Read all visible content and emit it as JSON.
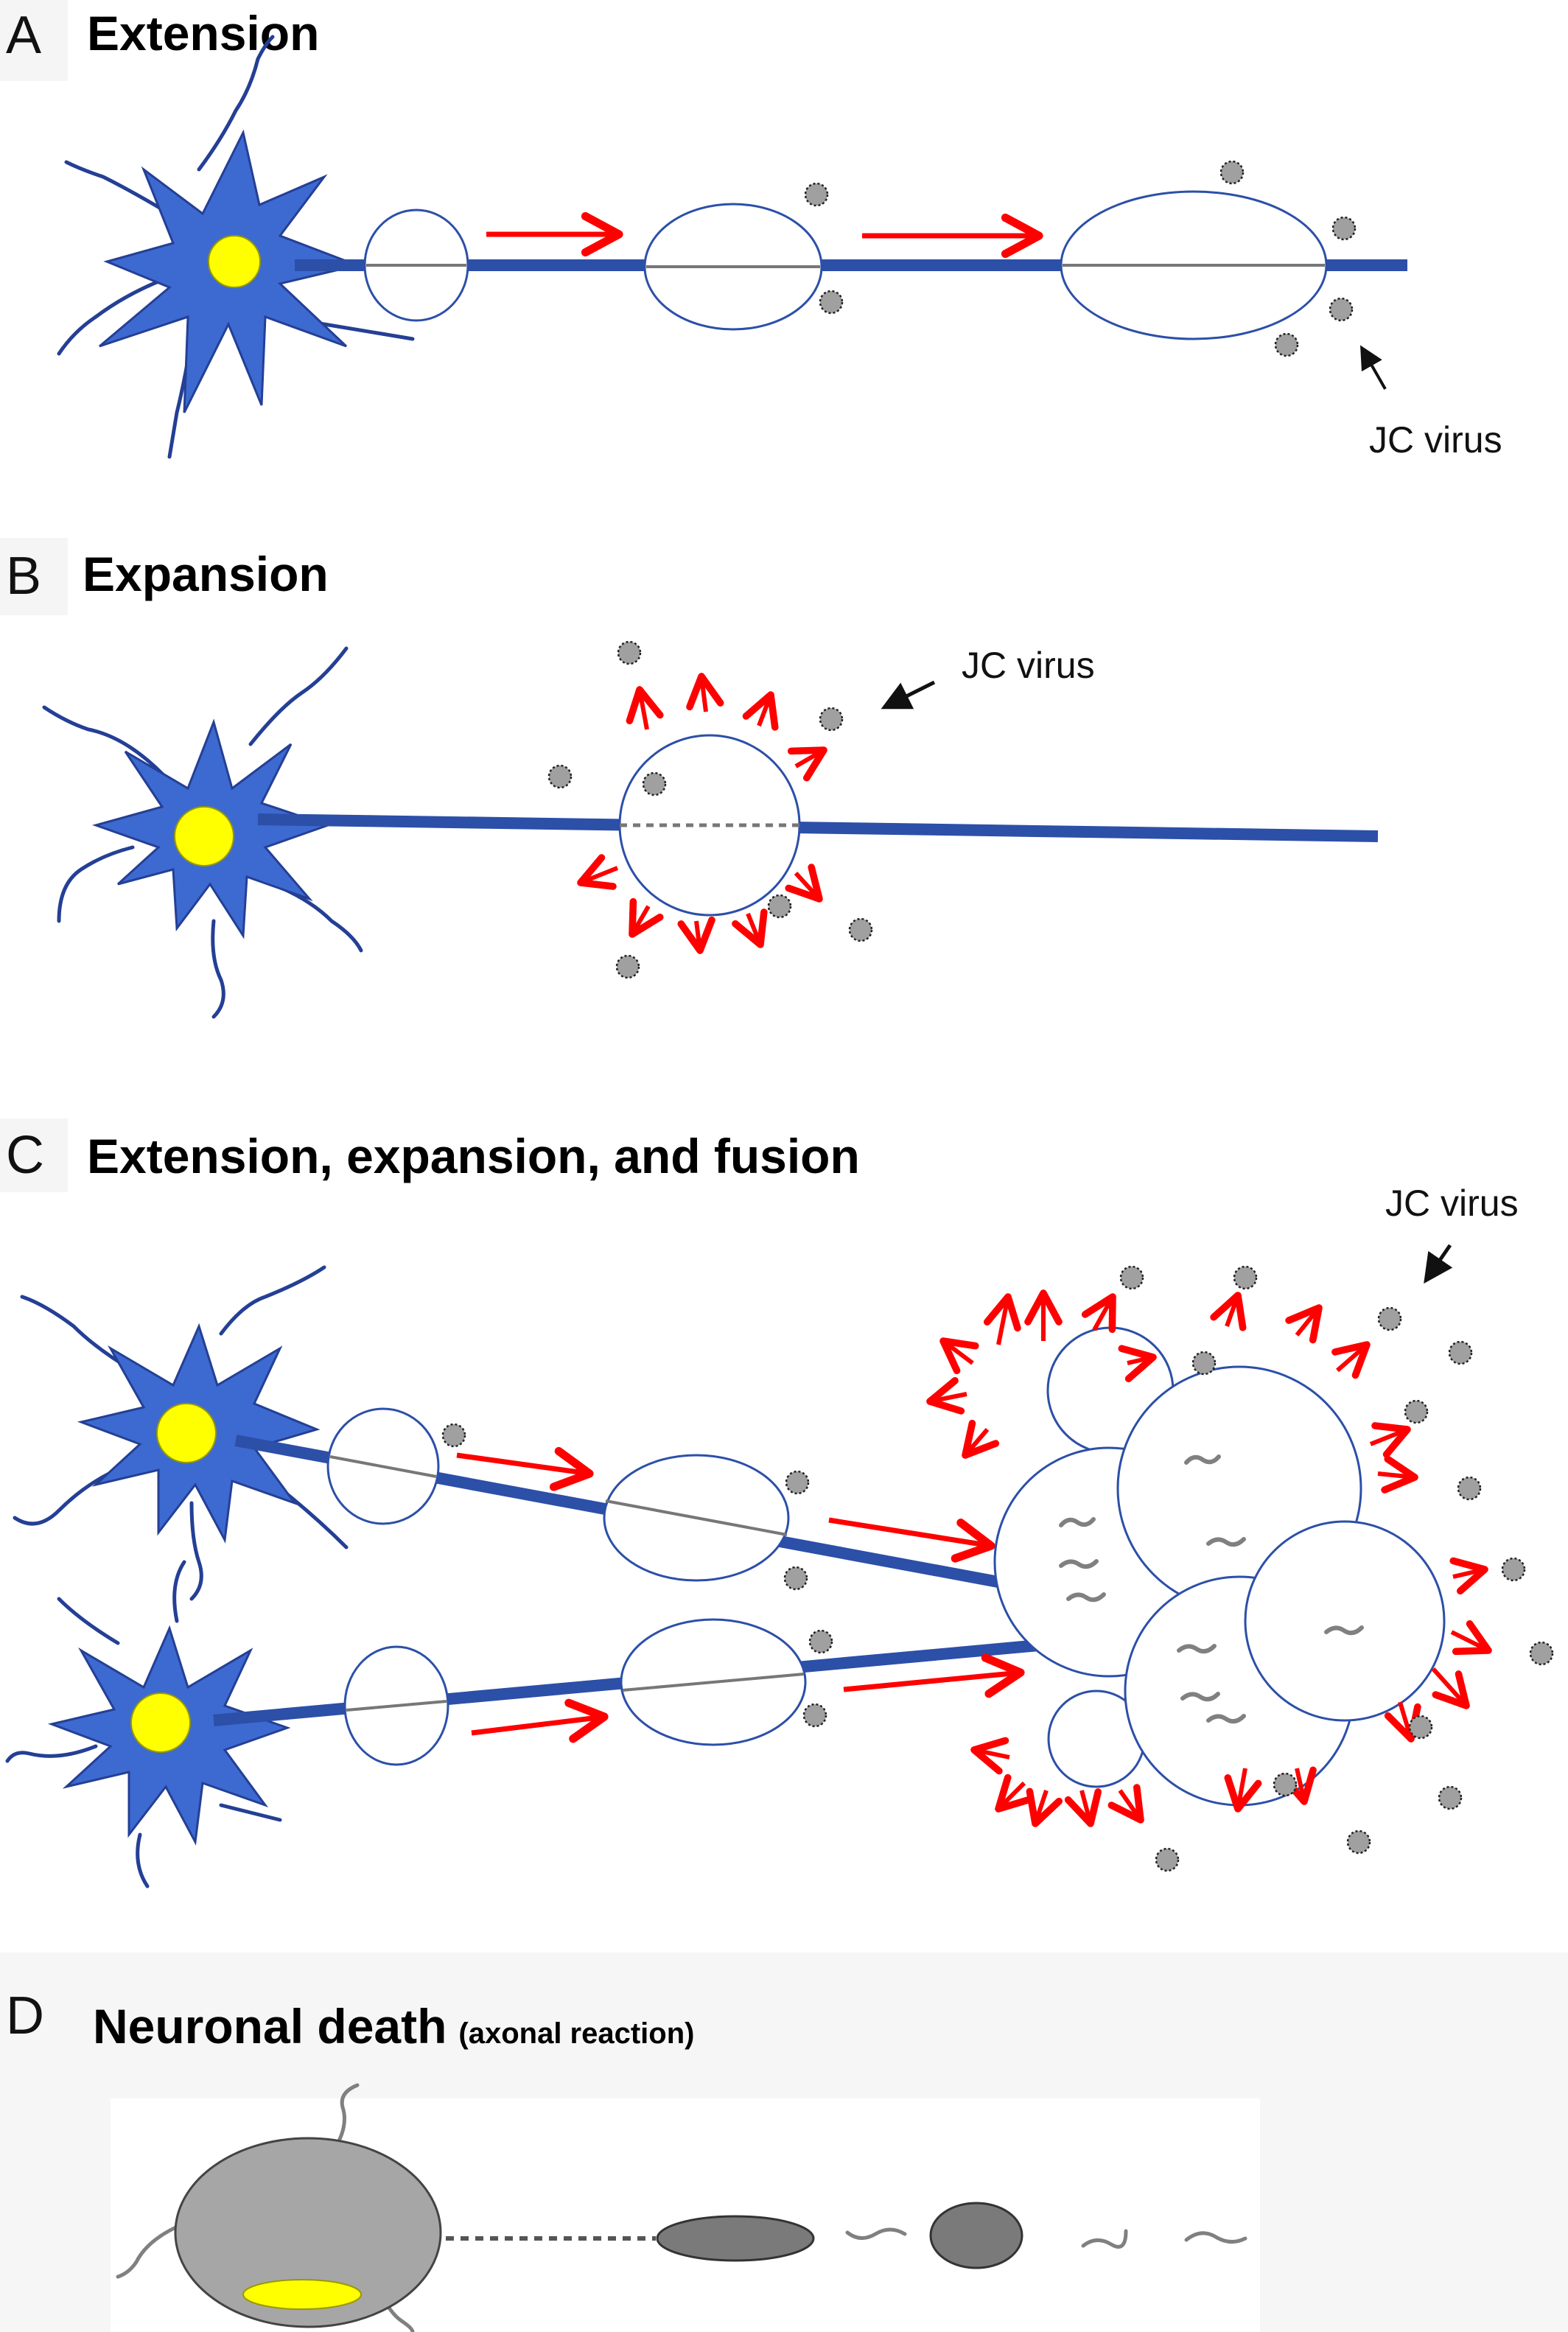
{
  "panels": {
    "a": {
      "letter": "A",
      "title": "Extension",
      "virus_label": "JC virus"
    },
    "b": {
      "letter": "B",
      "title": "Expansion",
      "virus_label": "JC virus"
    },
    "c": {
      "letter": "C",
      "title": "Extension, expansion, and fusion",
      "virus_label": "JC virus"
    },
    "d": {
      "letter": "D",
      "title": "Neuronal death",
      "subtitle": "(axonal reaction)"
    }
  },
  "colors": {
    "neuron": "#3d6ad0",
    "neuron_outline": "#243f95",
    "axon": "#2c4fa8",
    "nucleus": "#ffff00",
    "arrow": "#ff0000",
    "virus": "#a0a0a0",
    "cell_outline": "#2c4fa8",
    "dead_neuron": "#a6a6a6",
    "dead_fragment": "#7a7a7a",
    "panel_d_bg": "#f6f6f6"
  },
  "icons": [
    "neuron-icon",
    "virus-icon",
    "arrow-icon"
  ]
}
